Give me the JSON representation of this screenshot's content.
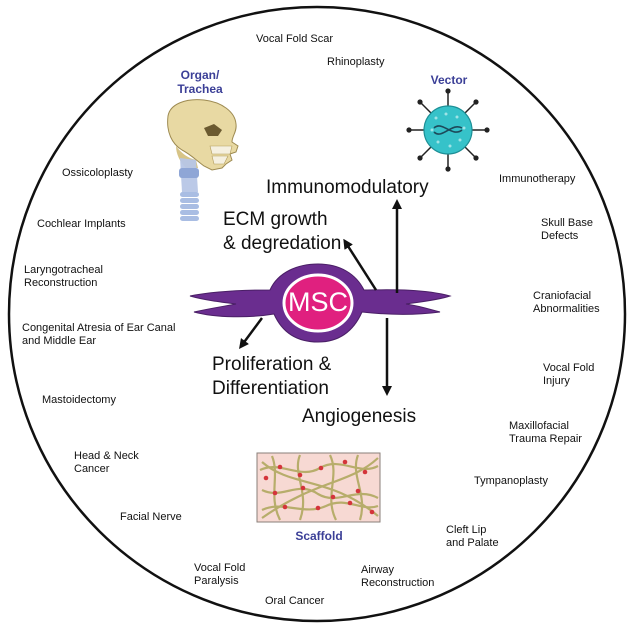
{
  "center": {
    "msc_label": "MSC",
    "mechanisms": {
      "immunomodulatory": "Immunomodulatory",
      "ecm_line1": "ECM growth",
      "ecm_line2": "& degredation",
      "proliferation_line1": "Proliferation &",
      "proliferation_line2": "Differentiation",
      "angiogenesis": "Angiogenesis"
    }
  },
  "categories": {
    "organ_line1": "Organ/",
    "organ_line2": "Trachea",
    "vector": "Vector",
    "scaffold": "Scaffold"
  },
  "applications": {
    "vocal_fold_scar": "Vocal Fold Scar",
    "rhinoplasty": "Rhinoplasty",
    "immunotherapy": "Immunotherapy",
    "skull_base_1": "Skull Base",
    "skull_base_2": "Defects",
    "craniofacial_1": "Craniofacial",
    "craniofacial_2": "Abnormalities",
    "vocal_fold_injury_1": "Vocal Fold",
    "vocal_fold_injury_2": "Injury",
    "maxillofacial_1": "Maxillofacial",
    "maxillofacial_2": "Trauma Repair",
    "tympanoplasty": "Tympanoplasty",
    "cleft_1": "Cleft Lip",
    "cleft_2": "and Palate",
    "airway_1": "Airway",
    "airway_2": "Reconstruction",
    "oral_cancer": "Oral Cancer",
    "vf_paralysis_1": "Vocal Fold",
    "vf_paralysis_2": "Paralysis",
    "facial_nerve": "Facial Nerve",
    "head_neck_1": "Head & Neck",
    "head_neck_2": "Cancer",
    "mastoidectomy": "Mastoidectomy",
    "congenital_1": "Congenital Atresia of Ear Canal",
    "congenital_2": "and Middle Ear",
    "laryngo_1": "Laryngotracheal",
    "laryngo_2": "Reconstruction",
    "cochlear": "Cochlear Implants",
    "ossiculoplasty": "Ossicoloplasty"
  },
  "colors": {
    "cell_body": "#6a2d8f",
    "nucleus": "#e0207f",
    "category_text": "#3b3f97",
    "vector_fill": "#36c2c9",
    "scaffold_bg": "#f7d9d3"
  }
}
